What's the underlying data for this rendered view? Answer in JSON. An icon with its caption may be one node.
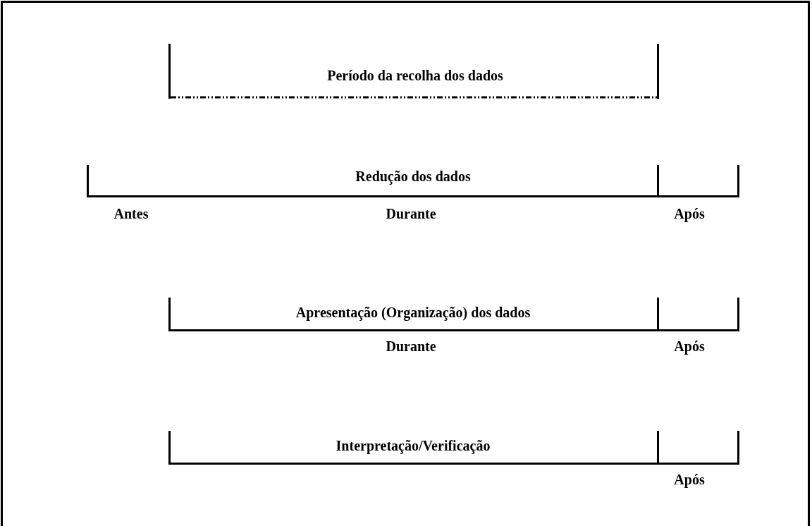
{
  "diagram": {
    "nodes": [
      {
        "text": [
          "Período da recolha dos dados"
        ]
      },
      {
        "text": [
          "Redução dos dados"
        ]
      },
      {
        "text": [],
        "shape": "bracket"
      },
      {
        "text": [
          "Apresentação (Organização) dos dados"
        ]
      },
      {
        "text": [],
        "shape": "bracket"
      },
      {
        "text": [
          "Interpretação/Verificação"
        ]
      },
      {
        "text": [],
        "shape": "bracket"
      }
    ],
    "labels": [
      "Antes",
      "Durante",
      "Após",
      "Durante",
      "Após",
      "Após"
    ]
  }
}
